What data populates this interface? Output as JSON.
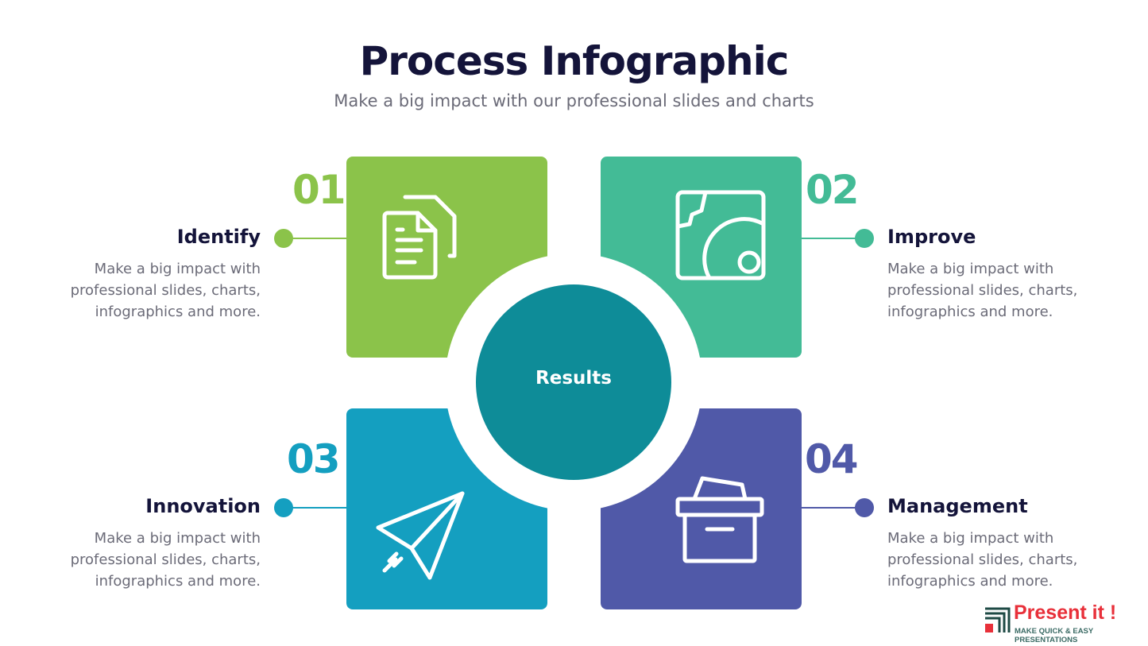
{
  "title": "Process Infographic",
  "subtitle": "Make a big impact with our professional slides and charts",
  "center": {
    "label": "Results",
    "color": "#0e8c98"
  },
  "steps": [
    {
      "number": "01",
      "heading": "Identify",
      "description": "Make a big impact with professional slides, charts, infographics and more.",
      "color": "#8bc34a",
      "icon": "documents-icon"
    },
    {
      "number": "02",
      "heading": "Improve",
      "description": "Make a big impact with professional slides, charts, infographics and more.",
      "color": "#43bb96",
      "icon": "gears-icon"
    },
    {
      "number": "03",
      "heading": "Innovation",
      "description": "Make a big impact with professional slides, charts, infographics and more.",
      "color": "#149fc0",
      "icon": "paper-plane-icon"
    },
    {
      "number": "04",
      "heading": "Management",
      "description": "Make a big impact with professional slides, charts, infographics and more.",
      "color": "#5059a8",
      "icon": "archive-box-icon"
    }
  ],
  "logo": {
    "name": "Present it !",
    "tagline": "MAKE QUICK & EASY PRESENTATIONS"
  }
}
